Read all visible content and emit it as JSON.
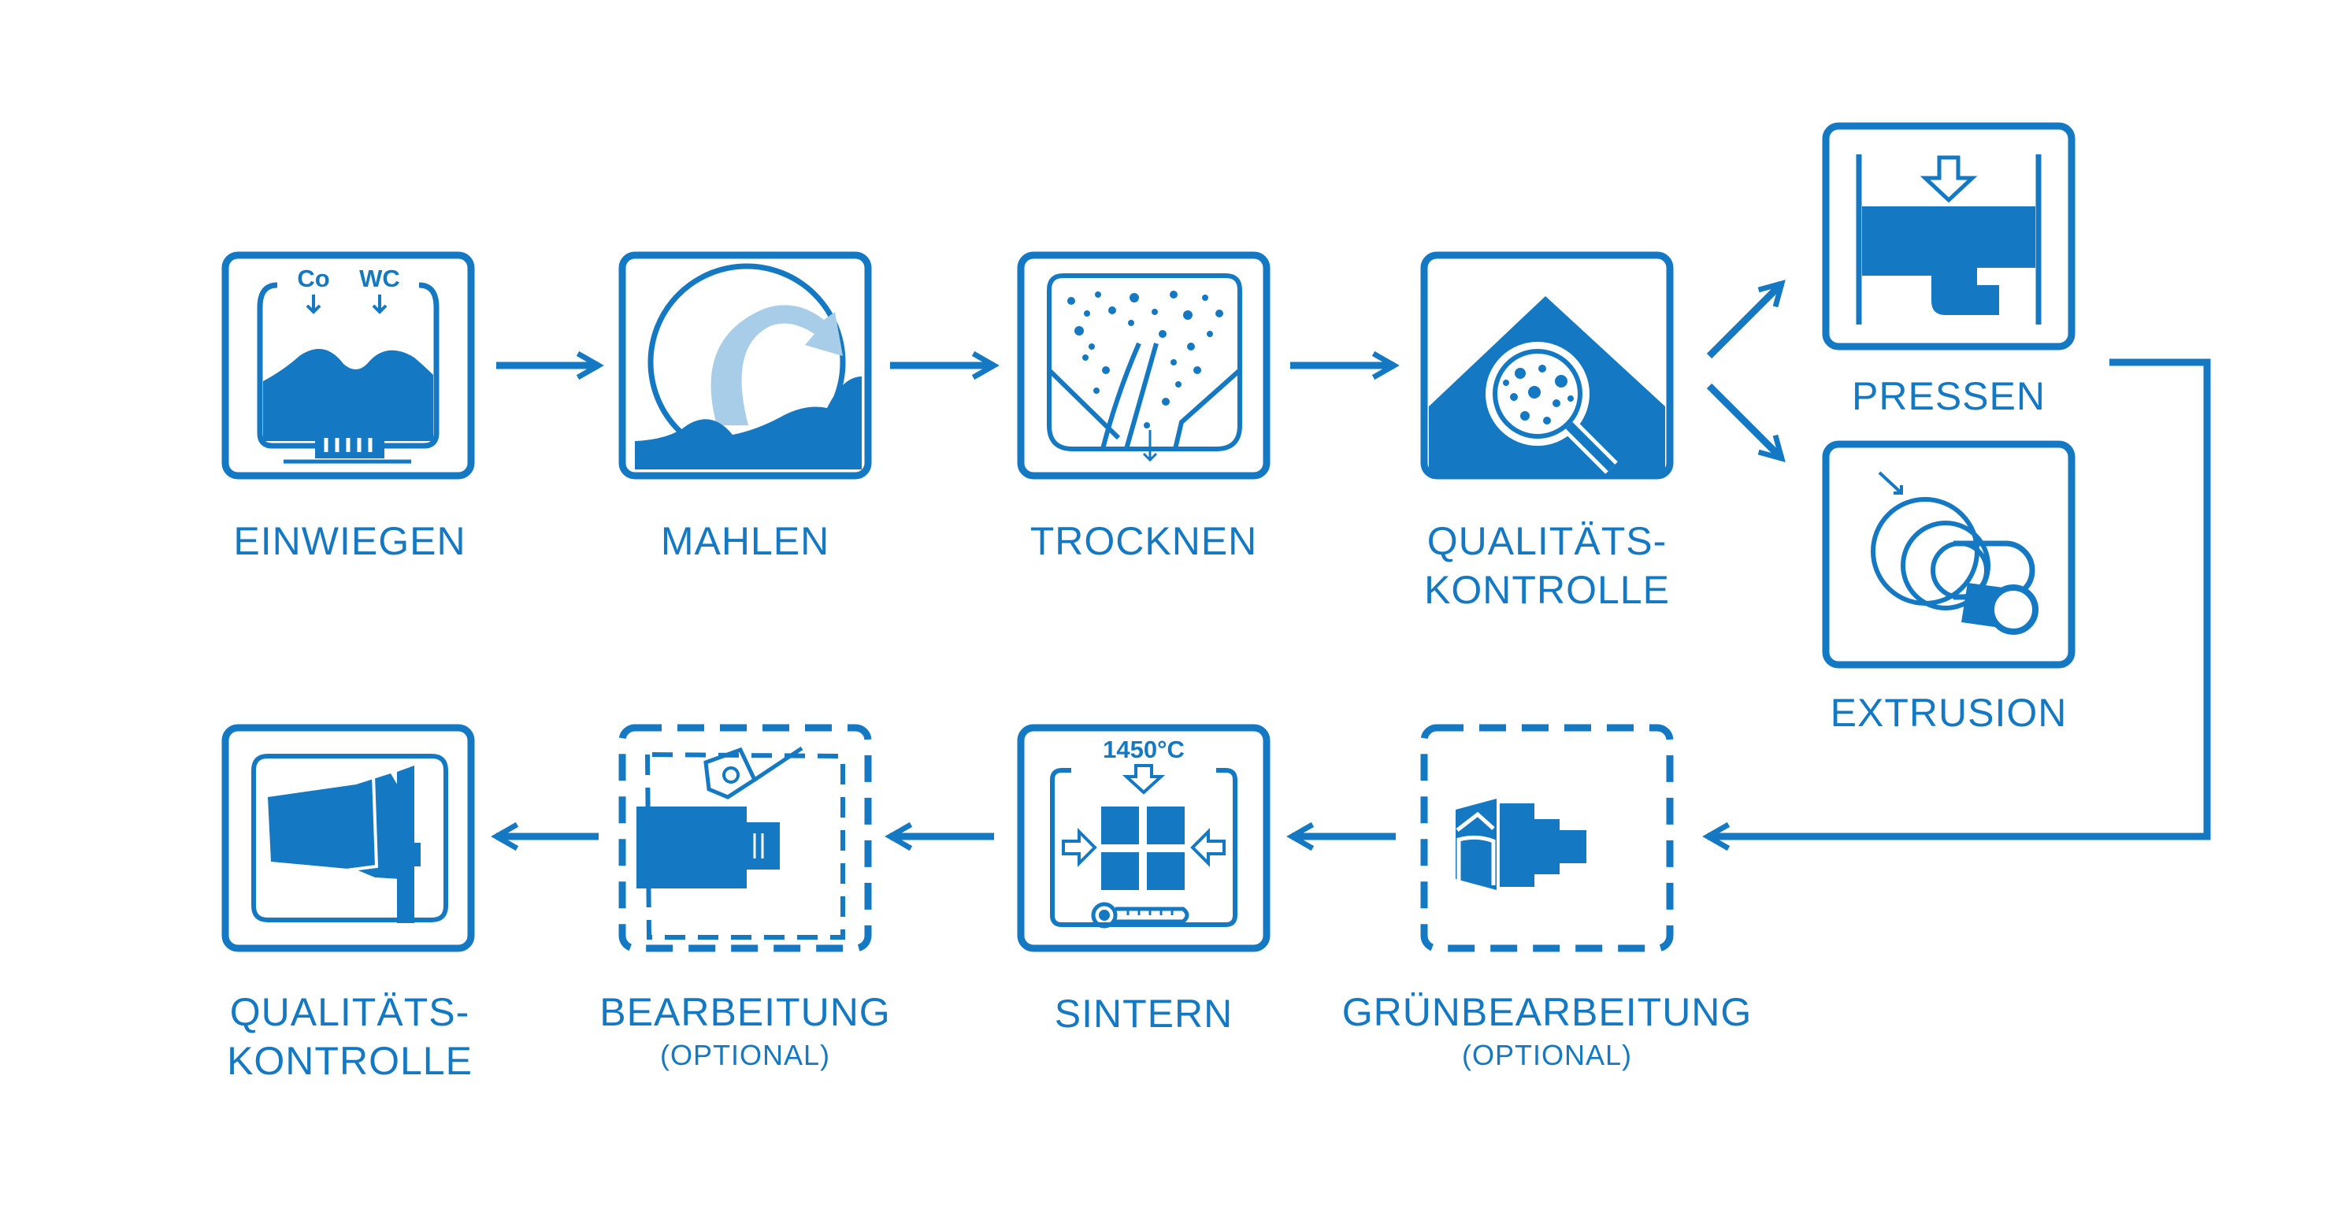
{
  "colors": {
    "primary": "#1479c2",
    "light": "#a8cde8",
    "background": "#ffffff"
  },
  "steps": [
    {
      "label": "EINWIEGEN",
      "icon": "weighing-icon",
      "icon_text": [
        "Co",
        "WC"
      ]
    },
    {
      "label": "MAHLEN",
      "icon": "milling-icon"
    },
    {
      "label": "TROCKNEN",
      "icon": "drying-icon"
    },
    {
      "label_line1": "QUALITÄTS-",
      "label_line2": "KONTROLLE",
      "icon": "quality-inspection-icon"
    },
    {
      "label": "PRESSEN",
      "icon": "pressing-icon"
    },
    {
      "label": "EXTRUSION",
      "icon": "extrusion-icon"
    },
    {
      "label": "GRÜNBEARBEITUNG",
      "sublabel": "(OPTIONAL)",
      "icon": "green-machining-icon"
    },
    {
      "label": "SINTERN",
      "icon": "sintering-icon",
      "icon_text": [
        "1450°C"
      ]
    },
    {
      "label": "BEARBEITUNG",
      "sublabel": "(OPTIONAL)",
      "icon": "machining-icon"
    },
    {
      "label_line1": "QUALITÄTS-",
      "label_line2": "KONTROLLE",
      "icon": "caliper-icon"
    }
  ]
}
